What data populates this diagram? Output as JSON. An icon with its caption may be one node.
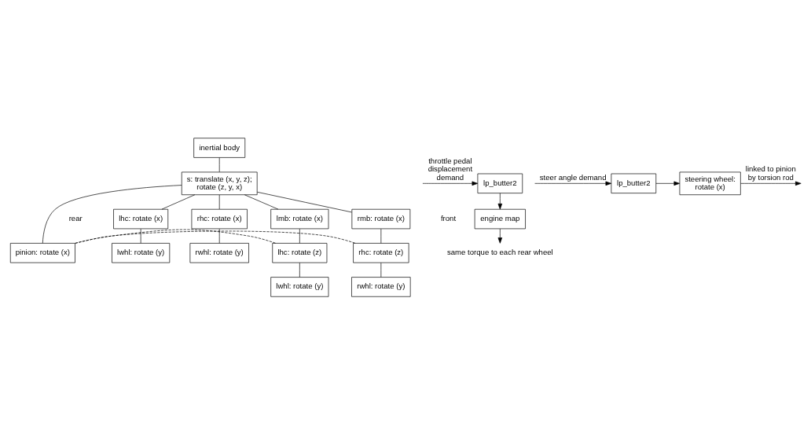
{
  "diagram": {
    "nodes": [
      {
        "text": [
          "inertial body"
        ]
      },
      {
        "text": [
          "s: translate (x, y, z); rotate (z, y, x)"
        ]
      },
      {
        "text": [
          "lhc: rotate (x)"
        ]
      },
      {
        "text": [
          "lwhl: rotate (y)"
        ]
      },
      {
        "text": [
          "rhc: rotate (x)"
        ]
      },
      {
        "text": [
          "rwhl: rotate (y)"
        ]
      },
      {
        "text": [
          "lmb: rotate (x)"
        ]
      },
      {
        "text": [
          "lhc: rotate (z)"
        ]
      },
      {
        "text": [
          "lwhl: rotate (y)"
        ]
      },
      {
        "text": [
          "rmb: rotate (x)"
        ]
      },
      {
        "text": [
          "rhc: rotate (z)"
        ]
      },
      {
        "text": [
          "rwhl: rotate (y)"
        ]
      },
      {
        "text": [
          "pinion: rotate (x)"
        ]
      },
      {
        "text": [
          "lp_butter2"
        ]
      },
      {
        "text": [
          "engine map"
        ]
      },
      {
        "text": [
          "lp_butter2"
        ]
      },
      {
        "text": [
          "steering wheel: rotate (x)"
        ]
      },
      {
        "text": [
          "same torque to each rear wheel"
        ]
      }
    ],
    "edges": [
      {
        "from": 0,
        "to": 1,
        "arrow": "none"
      },
      {
        "from": 1,
        "to": 2,
        "arrow": "none"
      },
      {
        "from": 1,
        "to": 4,
        "arrow": "none"
      },
      {
        "from": 1,
        "to": 6,
        "arrow": "none"
      },
      {
        "from": 1,
        "to": 9,
        "arrow": "none"
      },
      {
        "from": 1,
        "to": 12,
        "arrow": "none"
      },
      {
        "from": 2,
        "to": 3,
        "arrow": "none"
      },
      {
        "from": 4,
        "to": 5,
        "arrow": "none"
      },
      {
        "from": 6,
        "to": 7,
        "arrow": "none"
      },
      {
        "from": 7,
        "to": 8,
        "arrow": "none"
      },
      {
        "from": 9,
        "to": 10,
        "arrow": "none"
      },
      {
        "from": 10,
        "to": 11,
        "arrow": "none"
      },
      {
        "from": 12,
        "to": 7,
        "arrow": "none",
        "style": "dashed"
      },
      {
        "from": 12,
        "to": 10,
        "arrow": "none",
        "style": "dashed"
      },
      {
        "from": null,
        "to": 13,
        "arrow": "to",
        "label": "throttle pedal displacement demand"
      },
      {
        "from": 13,
        "to": 14,
        "arrow": "to"
      },
      {
        "from": 14,
        "to": 17,
        "arrow": "to"
      },
      {
        "from": null,
        "to": 15,
        "arrow": "to",
        "label": "steer angle demand"
      },
      {
        "from": 15,
        "to": 16,
        "arrow": "to"
      },
      {
        "from": 16,
        "to": null,
        "arrow": "to",
        "label": "linked to pinion by torsion rod"
      }
    ],
    "labels": [
      "rear",
      "front"
    ]
  }
}
